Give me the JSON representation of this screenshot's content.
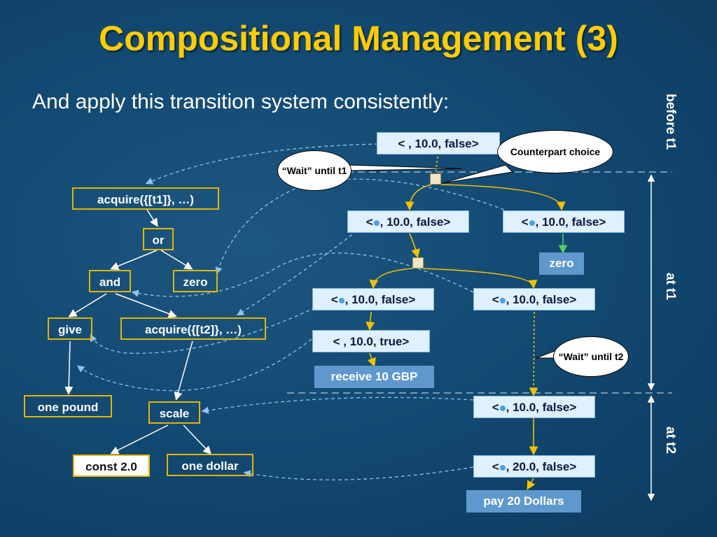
{
  "slide": {
    "title": "Compositional Management (3)",
    "subtitle": "And apply this transition system consistently:"
  },
  "tree": {
    "acquire_t1": "acquire({[t1]}, …)",
    "or": "or",
    "and": "and",
    "zero": "zero",
    "give": "give",
    "acquire_t2": "acquire({[t2]}, …)",
    "one_pound": "one pound",
    "scale": "scale",
    "const": "const 2.0",
    "one_dollar": "one dollar"
  },
  "states": {
    "s0": "< , 10.0, false>",
    "s1a": ", 10.0, false>",
    "s1b": ", 10.0, false>",
    "s2a": ", 10.0, false>",
    "s2b": ", 10.0, false>",
    "s3": "< , 10.0, true>",
    "s4": ", 10.0, false>",
    "s5": ", 20.0, false>",
    "prefix": "<"
  },
  "outcomes": {
    "zero": "zero",
    "receive": "receive 10 GBP",
    "pay": "pay 20 Dollars"
  },
  "bubbles": {
    "wait_t1": "“Wait” until t1",
    "counterpart": "Counterpart choice",
    "wait_t2": "“Wait” until t2"
  },
  "time_labels": {
    "before_t1": "before t1",
    "at_t1": "at t1",
    "at_t2": "at t2"
  },
  "colors": {
    "title": "#ffcc00",
    "tree_border": "#e6b400",
    "state_bg": "#dff0ff",
    "outcome_bg": "#5f98cc",
    "arrow_yellow": "#f2c200",
    "arrow_green": "#4fd060",
    "dashed_link": "#8cc4ec"
  }
}
